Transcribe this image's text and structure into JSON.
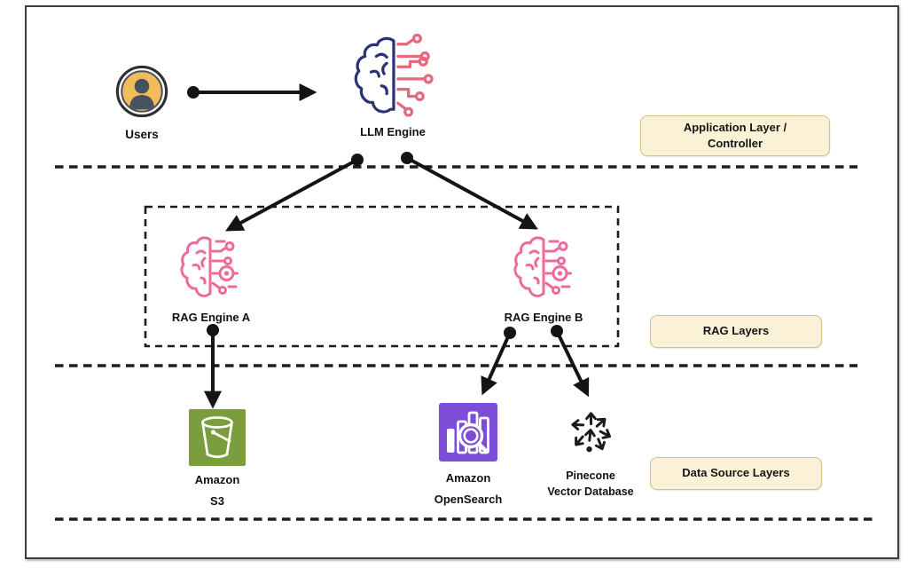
{
  "nodes": {
    "users": {
      "label": "Users"
    },
    "llm_engine": {
      "label": "LLM Engine"
    },
    "rag_engine_a": {
      "label": "RAG Engine A"
    },
    "rag_engine_b": {
      "label": "RAG Engine B"
    },
    "amazon_s3": {
      "line1": "Amazon",
      "line2": "S3"
    },
    "amazon_opensearch": {
      "line1": "Amazon",
      "line2": "OpenSearch"
    },
    "pinecone_vector_database": {
      "line1": "Pinecone",
      "line2": "Vector Database"
    }
  },
  "layer_badges": {
    "application": {
      "line1": "Application Layer /",
      "line2": "Controller"
    },
    "rag": {
      "label": "RAG Layers"
    },
    "data_source": {
      "label": "Data Source Layers"
    }
  },
  "edges": [
    {
      "from": "Users",
      "to": "LLM Engine"
    },
    {
      "from": "LLM Engine",
      "to": "RAG Engine A"
    },
    {
      "from": "LLM Engine",
      "to": "RAG Engine B"
    },
    {
      "from": "RAG Engine A",
      "to": "Amazon S3"
    },
    {
      "from": "RAG Engine B",
      "to": "Amazon OpenSearch"
    },
    {
      "from": "RAG Engine B",
      "to": "Pinecone Vector Database"
    }
  ],
  "icons": {
    "users": "user-circle-icon",
    "llm_engine": "brain-circuit-icon",
    "rag_engine_a": "brain-circuit-pink-icon",
    "rag_engine_b": "brain-circuit-pink-icon",
    "amazon_s3": "s3-bucket-icon",
    "amazon_opensearch": "opensearch-bars-magnifier-icon",
    "pinecone_vector_database": "pinecone-arrows-icon"
  },
  "colors": {
    "badge_fill": "#FAF1D6",
    "badge_border": "#D8C084",
    "brain_navy": "#2B3377",
    "circuit_salmon": "#E5697B",
    "rag_pink": "#EE6A9B",
    "s3_green": "#7A9E3E",
    "opensearch_purple": "#7D4DD8",
    "users_amber": "#F2BC5A",
    "users_slate": "#46535E",
    "arrow_black": "#141414"
  }
}
